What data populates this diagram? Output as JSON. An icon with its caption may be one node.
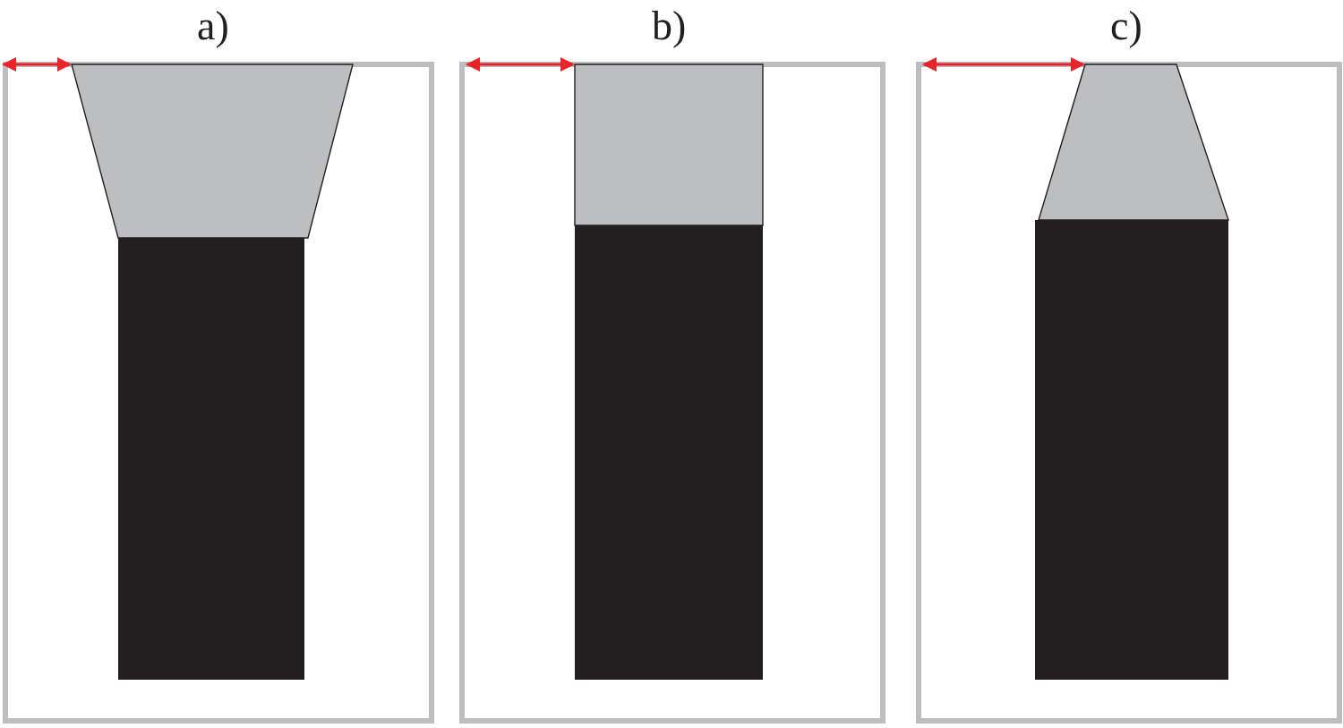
{
  "diagram": {
    "labels": [
      "a)",
      "b)",
      "c)"
    ]
  }
}
